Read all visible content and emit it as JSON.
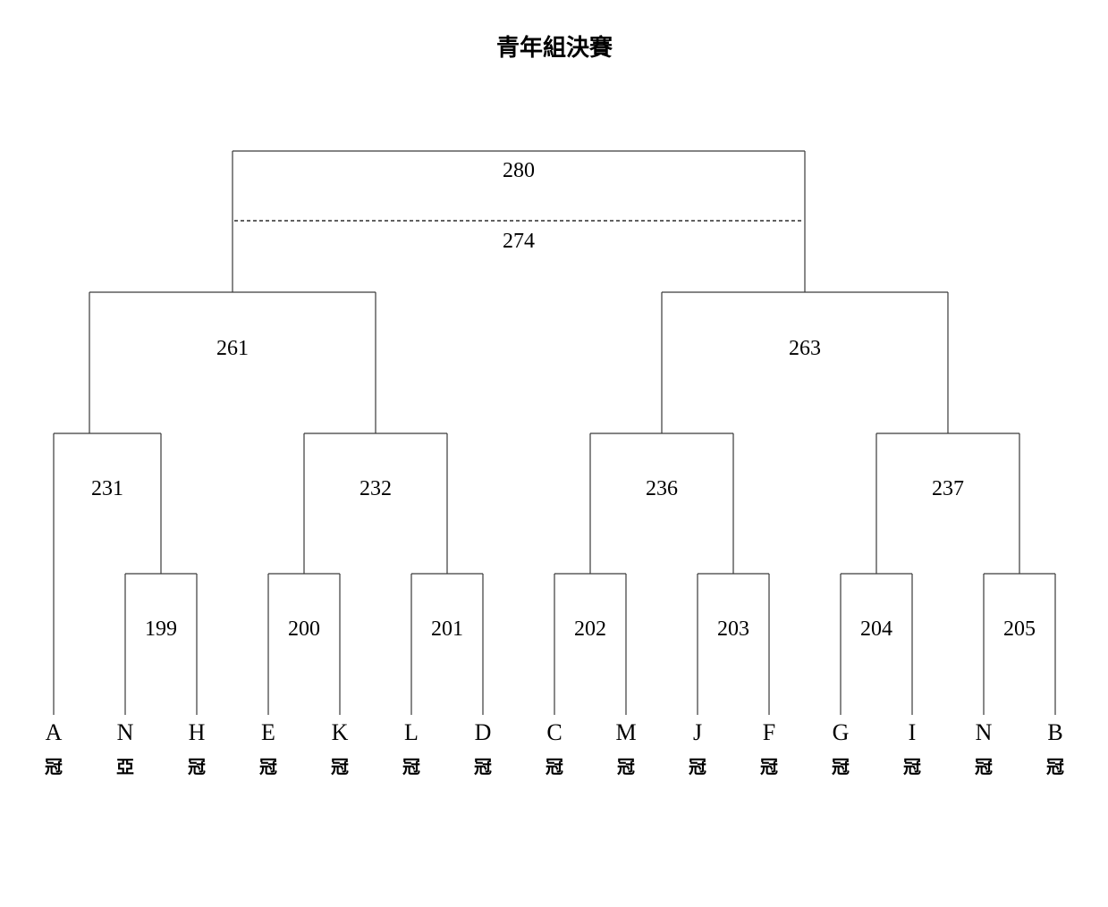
{
  "title": "青年組決賽",
  "teams": [
    {
      "name": "A",
      "result": "冠"
    },
    {
      "name": "N",
      "result": "亞"
    },
    {
      "name": "H",
      "result": "冠"
    },
    {
      "name": "E",
      "result": "冠"
    },
    {
      "name": "K",
      "result": "冠"
    },
    {
      "name": "L",
      "result": "冠"
    },
    {
      "name": "D",
      "result": "冠"
    },
    {
      "name": "C",
      "result": "冠"
    },
    {
      "name": "M",
      "result": "冠"
    },
    {
      "name": "J",
      "result": "冠"
    },
    {
      "name": "F",
      "result": "冠"
    },
    {
      "name": "G",
      "result": "冠"
    },
    {
      "name": "I",
      "result": "冠"
    },
    {
      "name": "N",
      "result": "冠"
    },
    {
      "name": "B",
      "result": "冠"
    }
  ],
  "matches": {
    "m199": "199",
    "m200": "200",
    "m201": "201",
    "m202": "202",
    "m203": "203",
    "m204": "204",
    "m205": "205",
    "m231": "231",
    "m232": "232",
    "m236": "236",
    "m237": "237",
    "m261": "261",
    "m263": "263",
    "final": "280",
    "third_place": "274"
  }
}
